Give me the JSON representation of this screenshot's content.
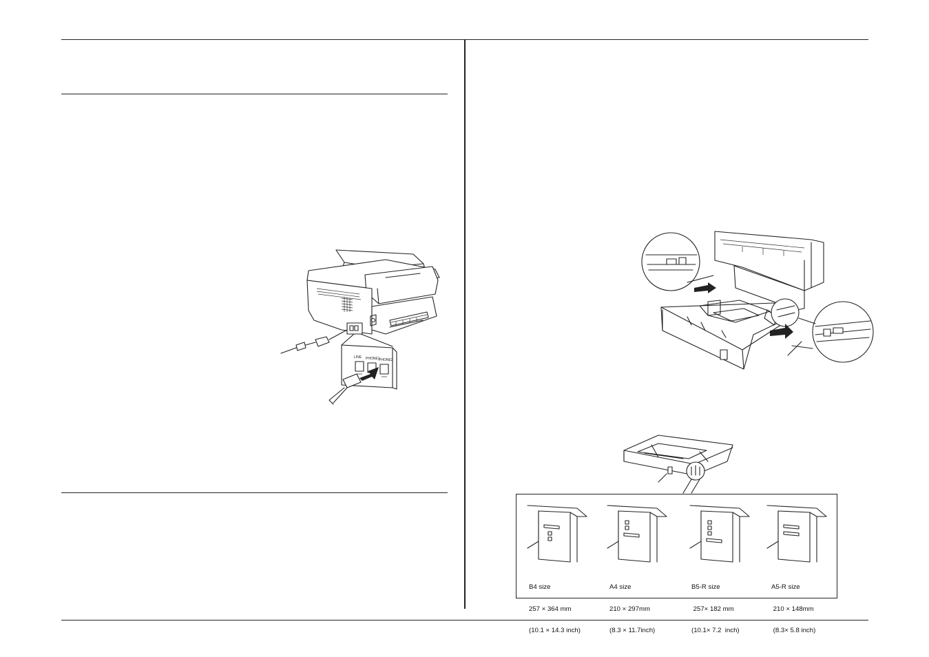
{
  "fax_figure": {
    "jack_labels": [
      "LINE",
      "PHONE1",
      "PHONE2"
    ]
  },
  "tray_sizes": [
    {
      "size": "B4 size",
      "mm": "257 × 364 mm",
      "inch": "(10.1 × 14.3 inch)"
    },
    {
      "size": "A4 size",
      "mm": "210 × 297mm",
      "inch": "(8.3 × 11.7inch)"
    },
    {
      "size": "B5-R size",
      "mm": " 257× 182 mm",
      "inch": "(10.1× 7.2  inch)"
    },
    {
      "size": "A5-R size",
      "mm": " 210 × 148mm",
      "inch": " (8.3× 5.8 inch)"
    }
  ]
}
